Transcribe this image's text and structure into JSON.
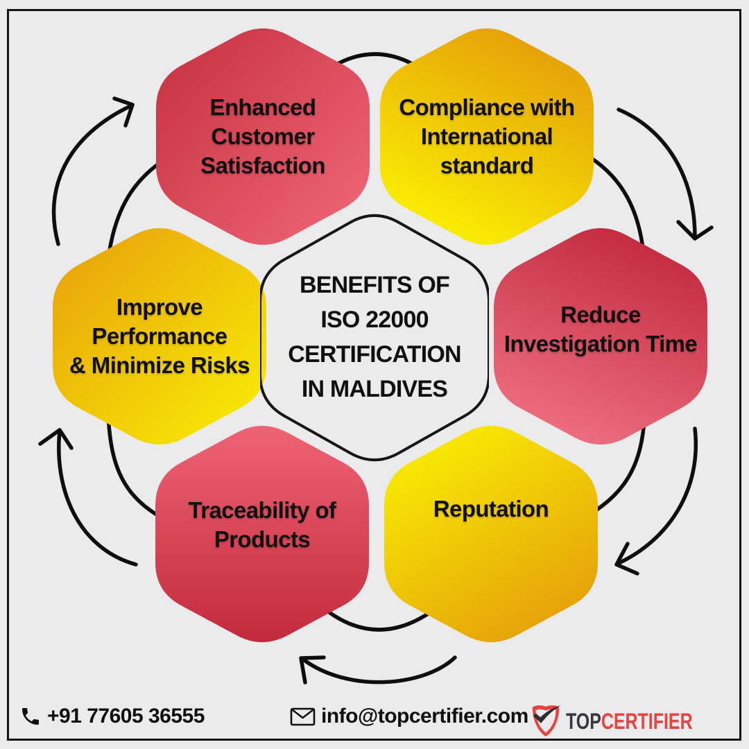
{
  "center": {
    "title": "BENEFITS OF\nISO 22000\nCERTIFICATION\nIN MALDIVES"
  },
  "benefits": [
    {
      "name": "enhanced-customer-satisfaction",
      "label": "Enhanced\nCustomer\nSatisfaction",
      "color_from": "#c5303f",
      "color_to": "#ef6577"
    },
    {
      "name": "compliance-international-standard",
      "label": "Compliance with\nInternational\nstandard",
      "color_from": "#e49c09",
      "color_to": "#fbf303"
    },
    {
      "name": "reduce-investigation-time",
      "label": "Reduce\nInvestigation Time",
      "color_from": "#c2283d",
      "color_to": "#ee7183"
    },
    {
      "name": "reputation",
      "label": "Reputation",
      "color_from": "#f9ef04",
      "color_to": "#e59c0a"
    },
    {
      "name": "traceability-of-products",
      "label": "Traceability of\nProducts",
      "color_from": "#ef6375",
      "color_to": "#c22a3c"
    },
    {
      "name": "improve-performance-minimize-risks",
      "label": "Improve\nPerformance\n& Minimize Risks",
      "color_from": "#e79e0c",
      "color_to": "#f9f004"
    }
  ],
  "footer": {
    "phone": "+91 77605 36555",
    "email": "info@topcertifier.com",
    "brand_top": "TOP",
    "brand_certifier": "CERTIFIER"
  },
  "colors": {
    "background": "#ebebed",
    "arrow": "#0e0e0e",
    "text": "#101010",
    "brand_red": "#e8433e",
    "brand_dark": "#38383c"
  }
}
